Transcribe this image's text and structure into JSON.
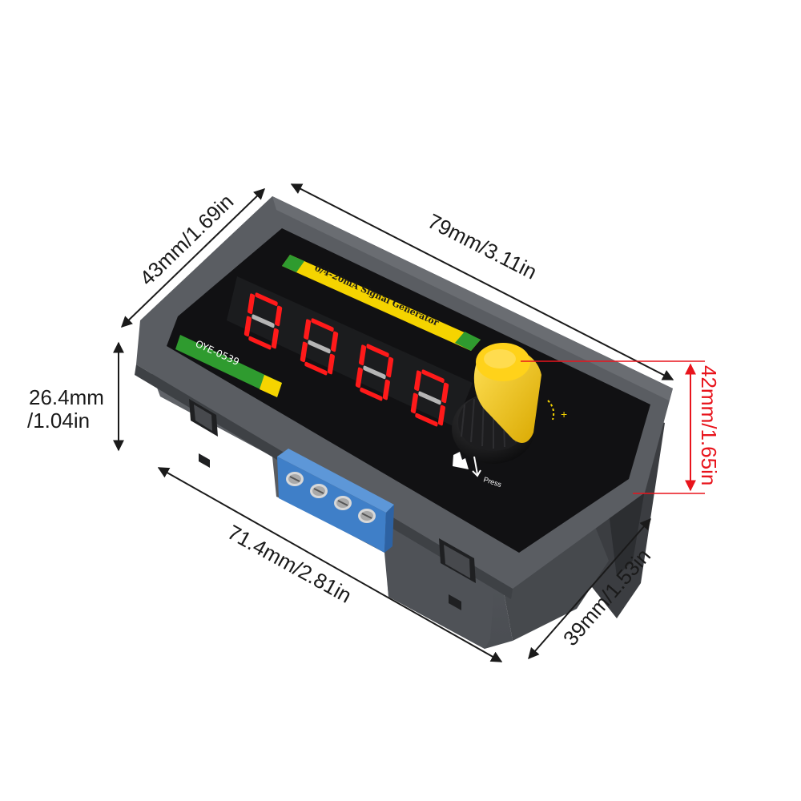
{
  "product": {
    "banner_text": "0/4-20mA Signal Generator",
    "model_text": "OYE-0539",
    "display_digits": [
      "0",
      "0",
      "0",
      "0"
    ],
    "press_label": "Press",
    "knob_plus": "+",
    "colors": {
      "housing": "#55585d",
      "panel": "#111113",
      "led_on": "#ff1a1a",
      "led_off": "#4a2222",
      "banner": "#f5d400",
      "banner_stripe": "#2f9b2f",
      "knob": "#f4c400",
      "terminal": "#3f7fc8",
      "dimension_line": "#1a1a1a",
      "dimension_highlight": "#e8141c"
    }
  },
  "dimensions": {
    "depth_top": "43mm/1.69in",
    "width_top": "79mm/3.11in",
    "height_left_mm": "26.4mm",
    "height_left_in": "/1.04in",
    "panel_height": "42mm/1.65in",
    "width_bottom": "71.4mm/2.81in",
    "depth_bottom": "39mm/1.53in"
  }
}
